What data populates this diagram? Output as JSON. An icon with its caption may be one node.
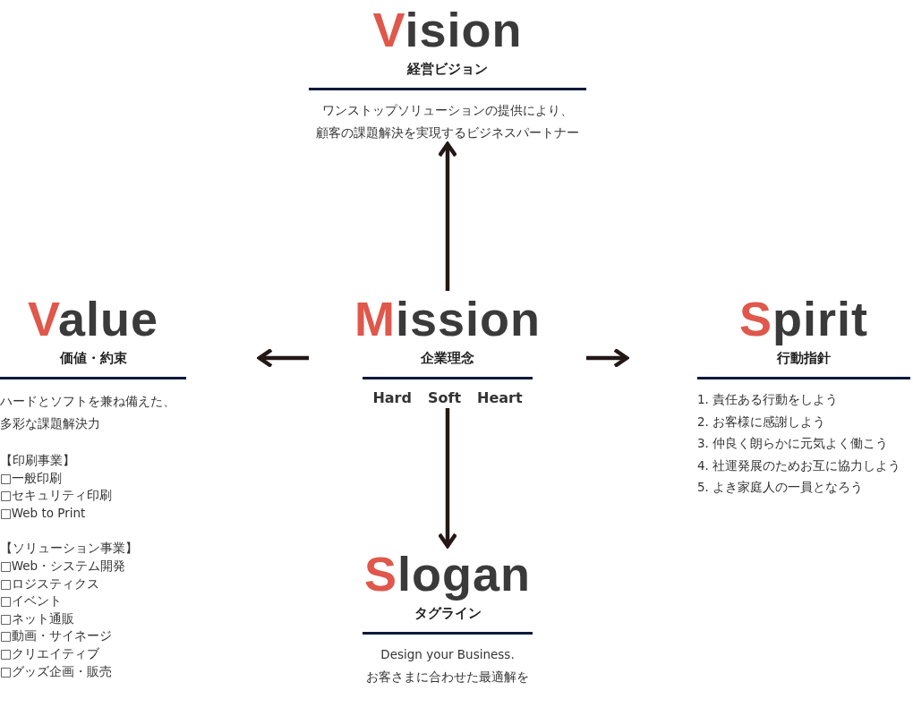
{
  "diagram": {
    "nodes": [
      {
        "text": [
          "Vision",
          "経営ビジョン",
          "ワンストップソリューションの提供により、顧客の課題解決を実現するビジネスパートナー"
        ]
      },
      {
        "text": [
          "Value",
          "価値・約束",
          "ハードとソフトを兼ね備えた、多彩な課題解決力"
        ]
      },
      {
        "text": [
          "Mission",
          "企業理念",
          "Hard",
          "Soft",
          "Heart"
        ]
      },
      {
        "text": [
          "Spirit",
          "行動指針",
          "1. 責任ある行動をしよう",
          "2. お客様に感謝しよう",
          "3. 仲良く朗らかに元気よく働こう",
          "4. 社運発展のためお互に協力しよう",
          "5. よき家庭人の一員となろう"
        ]
      },
      {
        "text": [
          "Slogan",
          "タグライン",
          "Design your Business.",
          "お客さまに合わせた最適解を"
        ]
      }
    ],
    "edges": [
      {
        "from": 2,
        "to": 0,
        "arrow": "to"
      },
      {
        "from": 2,
        "to": 1,
        "arrow": "to"
      },
      {
        "from": 2,
        "to": 3,
        "arrow": "to"
      },
      {
        "from": 2,
        "to": 4,
        "arrow": "to"
      }
    ],
    "labels": [
      "【印刷事業】",
      "□一般印刷",
      "□セキュリティ印刷",
      "□Web to Print",
      "【ソリューション事業】",
      "□Web・システム開発",
      "□ロジスティクス",
      "□イベント",
      "□ネット通販",
      "□動画・サイネージ",
      "□クリエイティブ",
      "□グッズ企画・販売"
    ]
  }
}
